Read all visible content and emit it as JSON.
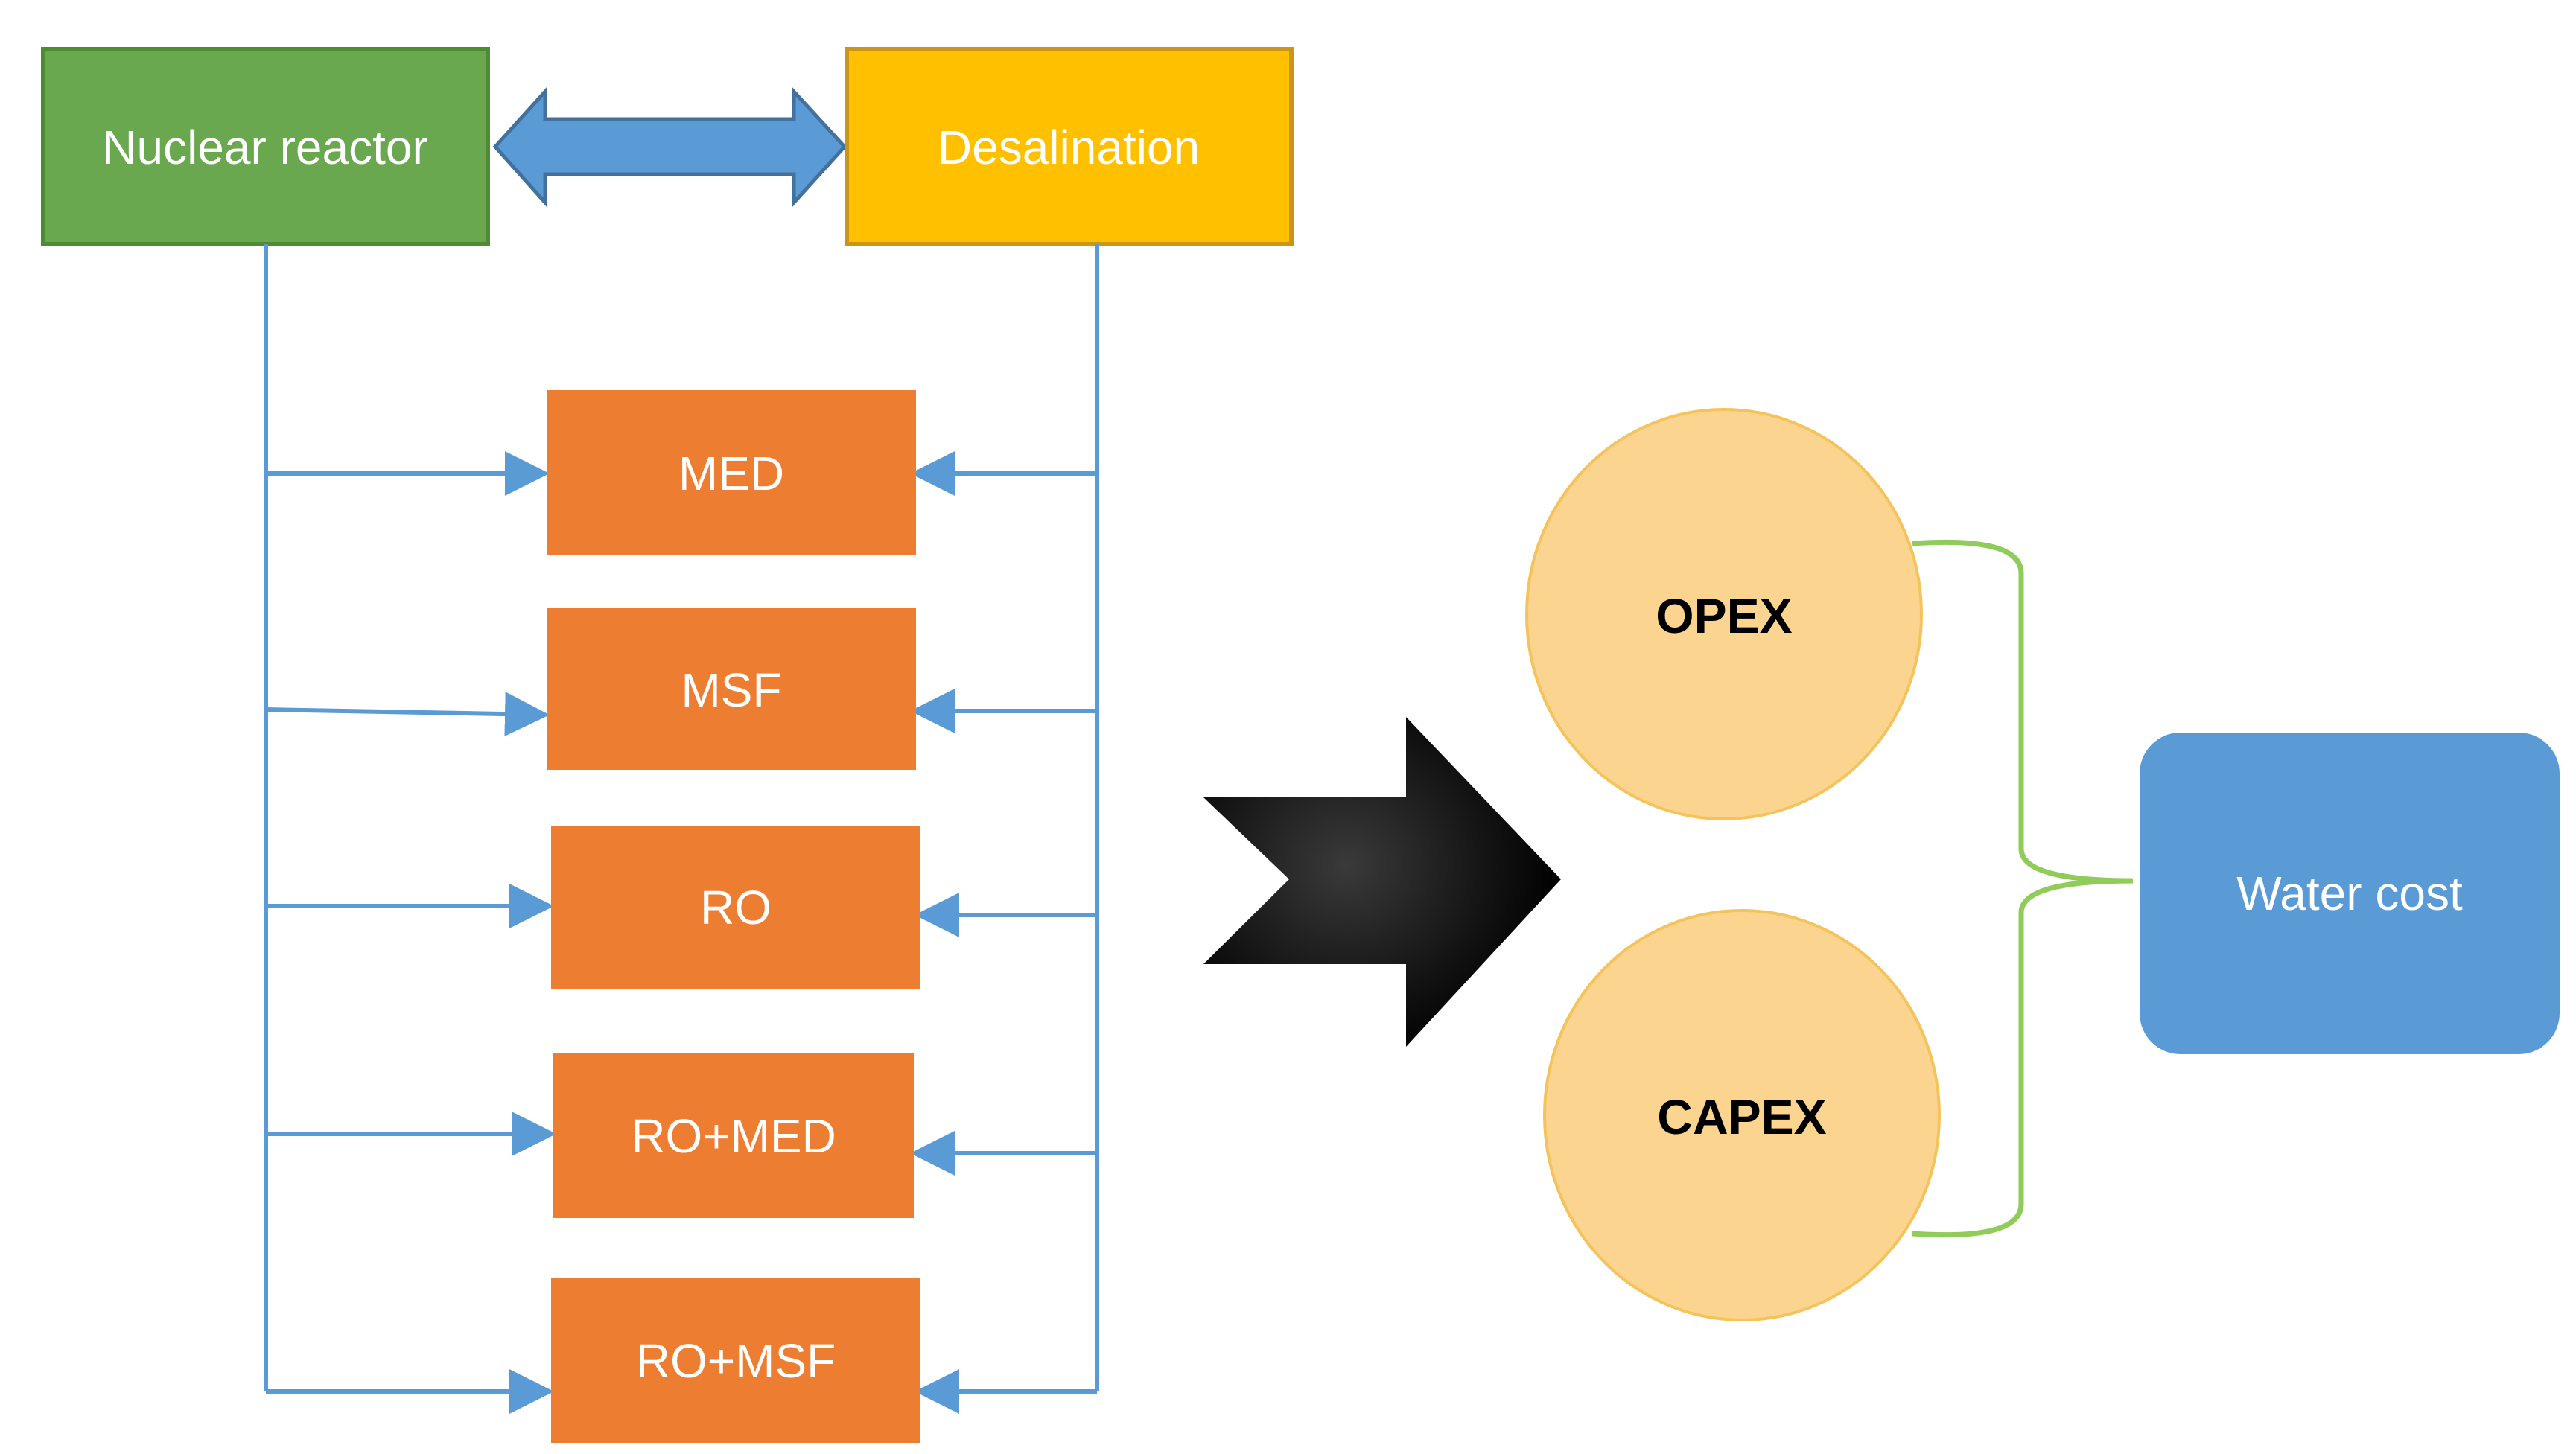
{
  "top": {
    "source_label": "Nuclear reactor",
    "target_label": "Desalination"
  },
  "processes": [
    {
      "label": "MED"
    },
    {
      "label": "MSF"
    },
    {
      "label": "RO"
    },
    {
      "label": "RO+MED"
    },
    {
      "label": "RO+MSF"
    }
  ],
  "costs": {
    "opex_label": "OPEX",
    "capex_label": "CAPEX"
  },
  "result": {
    "label": "Water cost"
  },
  "colors": {
    "reactor": "#6aa84f",
    "desalination": "#ffc000",
    "process": "#ed7d31",
    "cost_circle": "#fbd58f",
    "result": "#5b9bd5",
    "connector": "#5b9bd5",
    "bracket": "#8fcc5a"
  }
}
